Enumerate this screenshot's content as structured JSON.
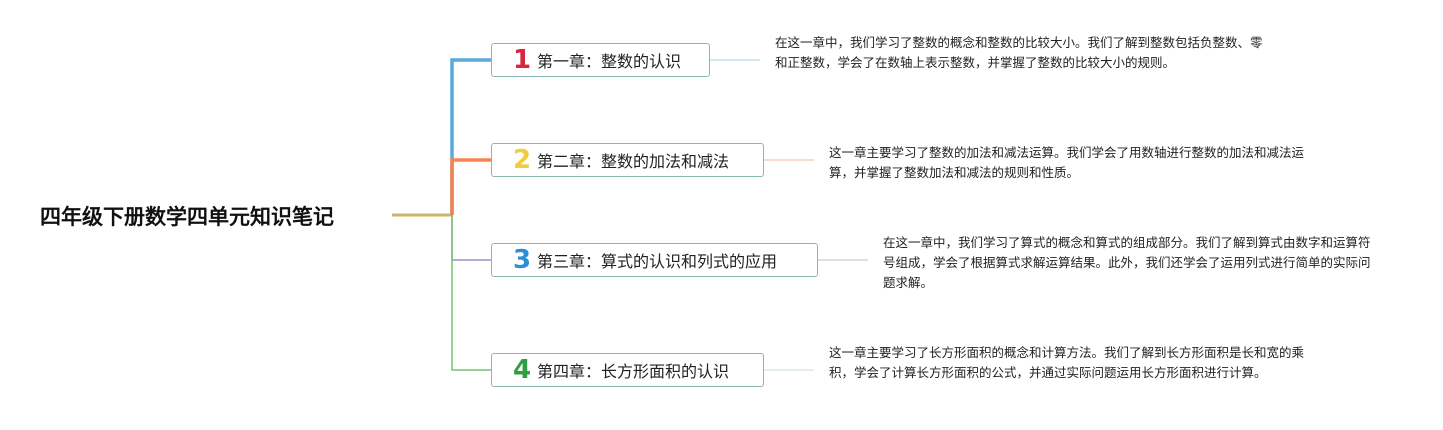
{
  "root": {
    "title": "四年级下册数学四单元知识笔记"
  },
  "chapters": [
    {
      "number": "1",
      "title": "第一章：整数的认识",
      "color": "#d7263d",
      "branch_color": "#5aaadb",
      "summary": "在这一章中，我们学习了整数的概念和整数的比较大小。我们了解到整数包括负整数、零和正整数，学会了在数轴上表示整数，并掌握了整数的比较大小的规则。"
    },
    {
      "number": "2",
      "title": "第二章：整数的加法和减法",
      "color": "#f2cc3a",
      "branch_color": "#f5824f",
      "summary": "这一章主要学习了整数的加法和减法运算。我们学会了用数轴进行整数的加法和减法运算，并掌握了整数加法和减法的规则和性质。"
    },
    {
      "number": "3",
      "title": "第三章：算式的认识和列式的应用",
      "color": "#2c8fd6",
      "branch_color": "#a48dcc",
      "summary": "在这一章中，我们学习了算式的概念和算式的组成部分。我们了解到算式由数字和运算符号组成，学会了根据算式求解运算结果。此外，我们还学会了运用列式进行简单的实际问题求解。"
    },
    {
      "number": "4",
      "title": "第四章：长方形面积的认识",
      "color": "#2e9e3e",
      "branch_color": "#74c46e",
      "summary": "这一章主要学习了长方形面积的概念和计算方法。我们了解到长方形面积是长和宽的乘积，学会了计算长方形面积的公式，并通过实际问题运用长方形面积进行计算。"
    }
  ]
}
